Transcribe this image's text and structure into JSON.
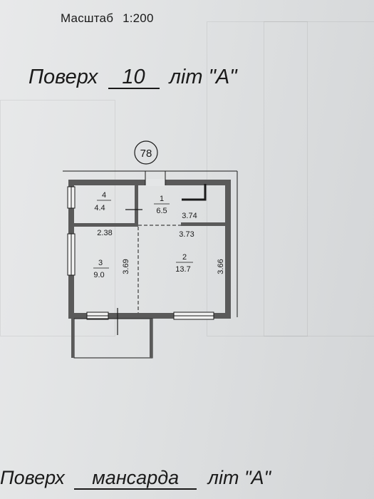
{
  "header": {
    "scale_label": "Масштаб",
    "scale_value": "1:200"
  },
  "floor_main": {
    "prefix": "Поверх",
    "number": "10",
    "lit": "літ \"А\""
  },
  "plan": {
    "apartment_number": "78",
    "rooms": [
      {
        "number": "4",
        "area": "4.4"
      },
      {
        "number": "1",
        "area": "6.5"
      },
      {
        "number": "3",
        "area": "9.0"
      },
      {
        "number": "2",
        "area": "13.7"
      }
    ],
    "dimensions": {
      "room1_width": "3.74",
      "room3_width": "2.38",
      "room2_width": "3.73",
      "room3_depth": "3.69",
      "room2_depth": "3.66"
    }
  },
  "floor_next": {
    "prefix": "Поверх",
    "name": "мансарда",
    "lit": "літ \"А\""
  }
}
